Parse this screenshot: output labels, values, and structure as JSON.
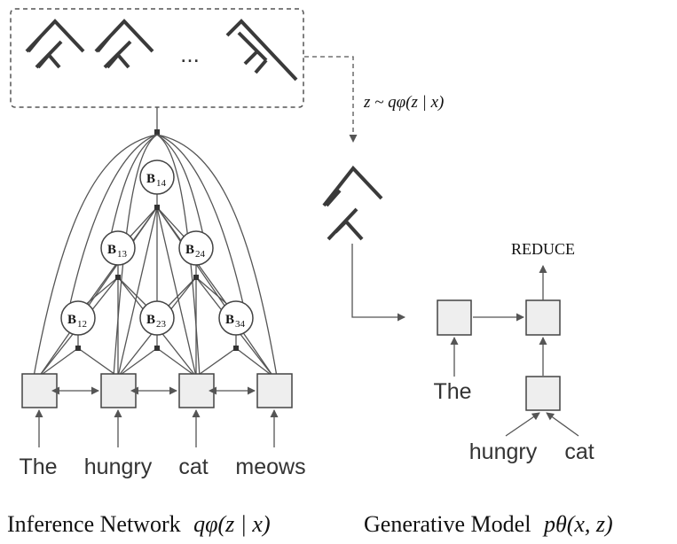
{
  "ellipsis": "...",
  "sample_label": "z ~ qφ(z | x)",
  "nodes": {
    "b14": {
      "main": "B",
      "sub": "14"
    },
    "b13": {
      "main": "B",
      "sub": "13"
    },
    "b24": {
      "main": "B",
      "sub": "24"
    },
    "b12": {
      "main": "B",
      "sub": "12"
    },
    "b23": {
      "main": "B",
      "sub": "23"
    },
    "b34": {
      "main": "B",
      "sub": "34"
    }
  },
  "inference_words": [
    "The",
    "hungry",
    "cat",
    "meows"
  ],
  "generative": {
    "reduce_label": "REDUCE",
    "word_the": "The",
    "word_hungry": "hungry",
    "word_cat": "cat"
  },
  "captions": {
    "inference_text": "Inference Network",
    "inference_math": "qφ(z | x)",
    "generative_text": "Generative Model",
    "generative_math": "pθ(x, z)"
  },
  "colors": {
    "stroke": "#444444",
    "box_fill": "#eeeeee",
    "dashed": "#555555"
  }
}
